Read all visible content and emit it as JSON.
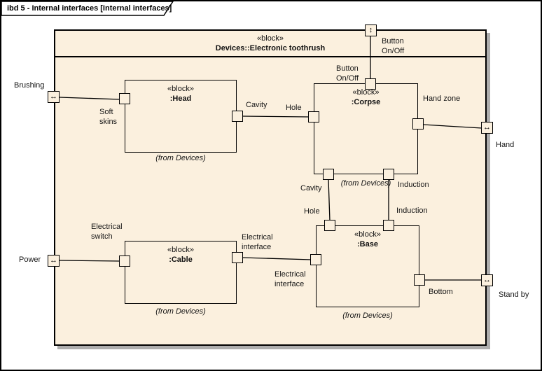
{
  "frame": {
    "title": "ibd 5 - Internal interfaces [Internal interfaces]"
  },
  "colors": {
    "block_fill": "#fbf0de",
    "border": "#000000",
    "shadow": "#aeaeae",
    "background": "#ffffff"
  },
  "main_block": {
    "stereotype": "«block»",
    "name": "Devices::Electronic toothrush"
  },
  "blocks": {
    "head": {
      "stereotype": "«block»",
      "name": ":Head",
      "from": "(from Devices)"
    },
    "corpse": {
      "stereotype": "«block»",
      "name": ":Corpse",
      "from": "(from Devices)"
    },
    "cable": {
      "stereotype": "«block»",
      "name": ":Cable",
      "from": "(from Devices)"
    },
    "base": {
      "stereotype": "«block»",
      "name": ":Base",
      "from": "(from Devices)"
    }
  },
  "frame_ports": {
    "brushing": {
      "label": "Brushing",
      "glyph": "↔"
    },
    "power": {
      "label": "Power",
      "glyph": "↔"
    },
    "hand": {
      "label": "Hand",
      "glyph": "↔"
    },
    "standby": {
      "label": "Stand by",
      "glyph": "↔"
    },
    "button": {
      "label_line1": "Button",
      "label_line2": "On/Off",
      "glyph": "↕"
    }
  },
  "port_labels": {
    "button_inner_line1": "Button",
    "button_inner_line2": "On/Off",
    "soft_skins_line1": "Soft",
    "soft_skins_line2": "skins",
    "cavity_head": "Cavity",
    "hole_corpse": "Hole",
    "hand_zone": "Hand zone",
    "cavity_mid": "Cavity",
    "hole_mid": "Hole",
    "induction_upper": "Induction",
    "induction_lower": "Induction",
    "electrical_switch_line1": "Electrical",
    "electrical_switch_line2": "switch",
    "electrical_interface_cable_line1": "Electrical",
    "electrical_interface_cable_line2": "interface",
    "electrical_interface_base_line1": "Electrical",
    "electrical_interface_base_line2": "interface",
    "bottom": "Bottom"
  }
}
